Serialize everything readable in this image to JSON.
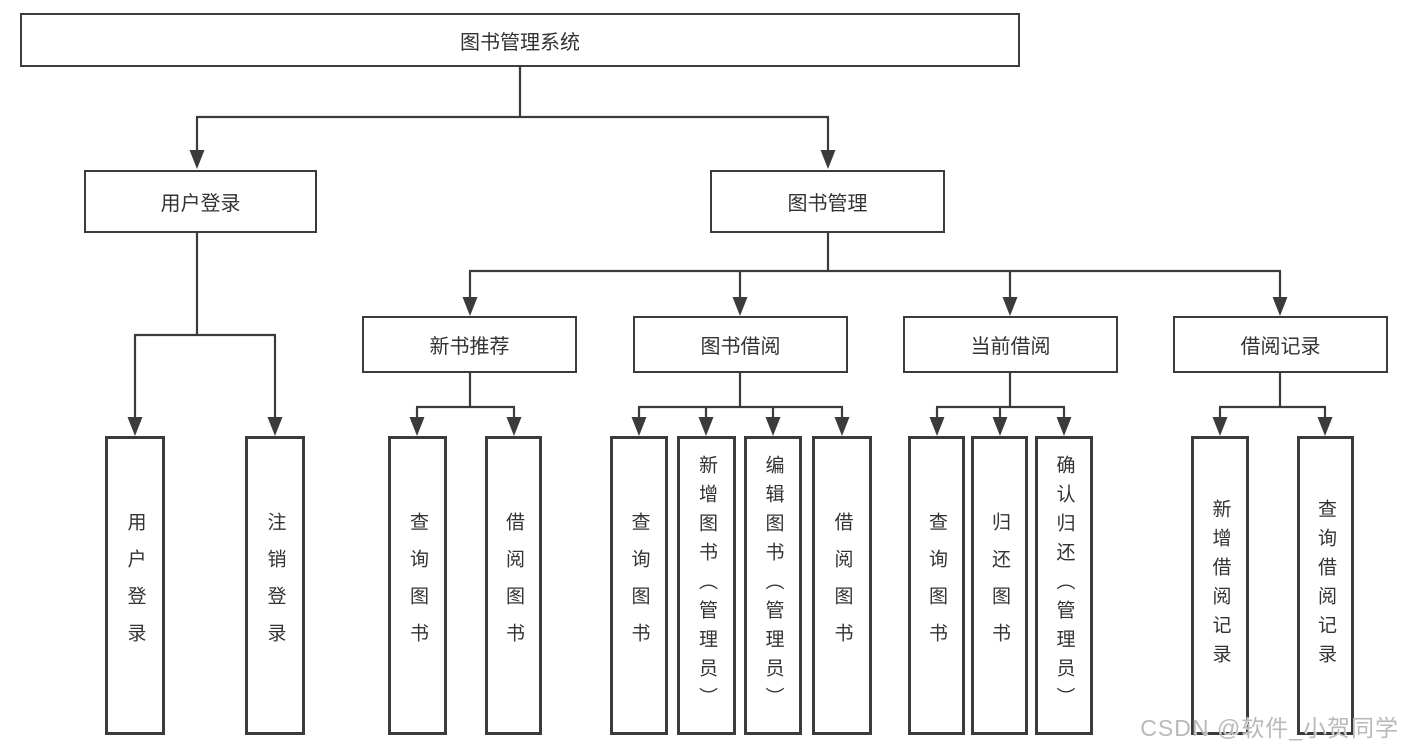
{
  "title": "图书管理系统",
  "level2": {
    "user_login": "用户登录",
    "book_mgmt": "图书管理"
  },
  "level3": {
    "new_books": "新书推荐",
    "book_borrow": "图书借阅",
    "current_borrow": "当前借阅",
    "borrow_records": "借阅记录"
  },
  "leaves": {
    "user_login": [
      "用户登录",
      "注销登录"
    ],
    "new_books": [
      "查询图书",
      "借阅图书"
    ],
    "book_borrow": [
      "查询图书",
      "新增图书（管理员）",
      "编辑图书（管理员）",
      "借阅图书"
    ],
    "current_borrow": [
      "查询图书",
      "归还图书",
      "确认归还（管理员）"
    ],
    "borrow_records": [
      "新增借阅记录",
      "查询借阅记录"
    ]
  },
  "watermark": "CSDN @软件_小贺同学",
  "colors": {
    "line": "#3b3b3b",
    "text": "#333333",
    "watermark": "#b9b9b9",
    "background": "#ffffff"
  }
}
